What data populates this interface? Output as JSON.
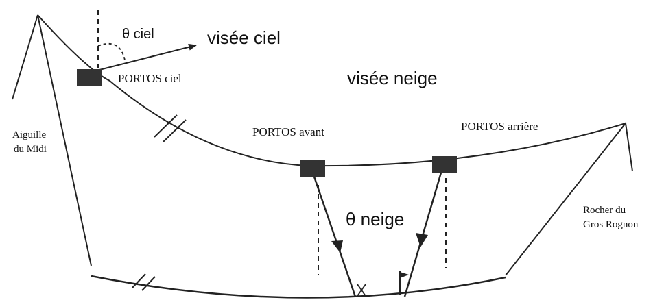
{
  "diagram": {
    "labels": {
      "theta_ciel": "θ ciel",
      "visee_ciel": "visée ciel",
      "portos_ciel": "PORTOS ciel",
      "visee_neige": "visée neige",
      "portos_avant": "PORTOS avant",
      "portos_arriere": "PORTOS arrière",
      "aiguille_line1": "Aiguille",
      "aiguille_line2": "du Midi",
      "theta_neige": "θ neige",
      "rocher_line1": "Rocher du",
      "rocher_line2": "Gros Rognon"
    },
    "colors": {
      "ink": "#222222",
      "box": "#333333"
    }
  }
}
